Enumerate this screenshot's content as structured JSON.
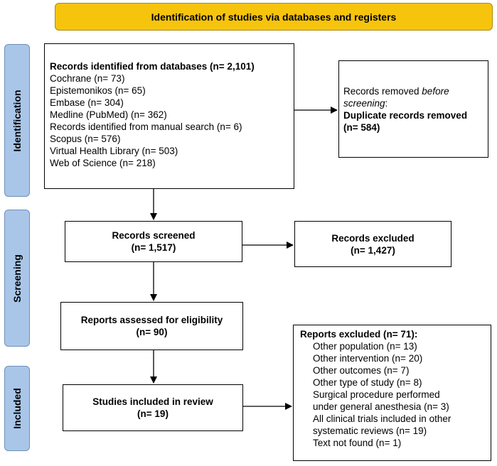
{
  "header": {
    "title": "Identification of studies via databases and registers"
  },
  "phases": {
    "identification": "Identification",
    "screening": "Screening",
    "included": "Included"
  },
  "records_identified": {
    "title": "Records identified from databases (n= 2,101)",
    "sources": [
      "Cochrane (n= 73)",
      "Epistemonikos (n= 65)",
      "Embase (n= 304)",
      "Medline (PubMed) (n= 362)",
      "Records identified from manual search (n= 6)",
      "Scopus (n= 576)",
      "Virtual Health Library (n= 503)",
      "Web of Science (n= 218)"
    ]
  },
  "records_removed": {
    "line1_prefix": "Records removed ",
    "line1_italic": "before",
    "line2_italic": "screening",
    "line2_suffix": ":",
    "line3": "Duplicate records removed",
    "line4": "(n= 584)"
  },
  "records_screened": {
    "title": "Records screened",
    "count": "(n= 1,517)"
  },
  "records_excluded": {
    "title": "Records excluded",
    "count": "(n= 1,427)"
  },
  "reports_assessed": {
    "title": "Reports assessed for eligibility",
    "count": "(n= 90)"
  },
  "studies_included": {
    "title": "Studies included in review",
    "count": "(n= 19)"
  },
  "reports_excluded": {
    "title": "Reports excluded (n= 71):",
    "items": [
      "Other population (n= 13)",
      "Other intervention (n= 20)",
      "Other outcomes (n= 7)",
      "Other type of study (n= 8)",
      "Surgical procedure performed",
      "under general anesthesia (n= 3)",
      "All clinical trials included in other",
      "systematic reviews (n= 19)",
      "Text not found (n= 1)"
    ]
  },
  "colors": {
    "header": "#f6c40d",
    "phase": "#a9c6e9"
  }
}
